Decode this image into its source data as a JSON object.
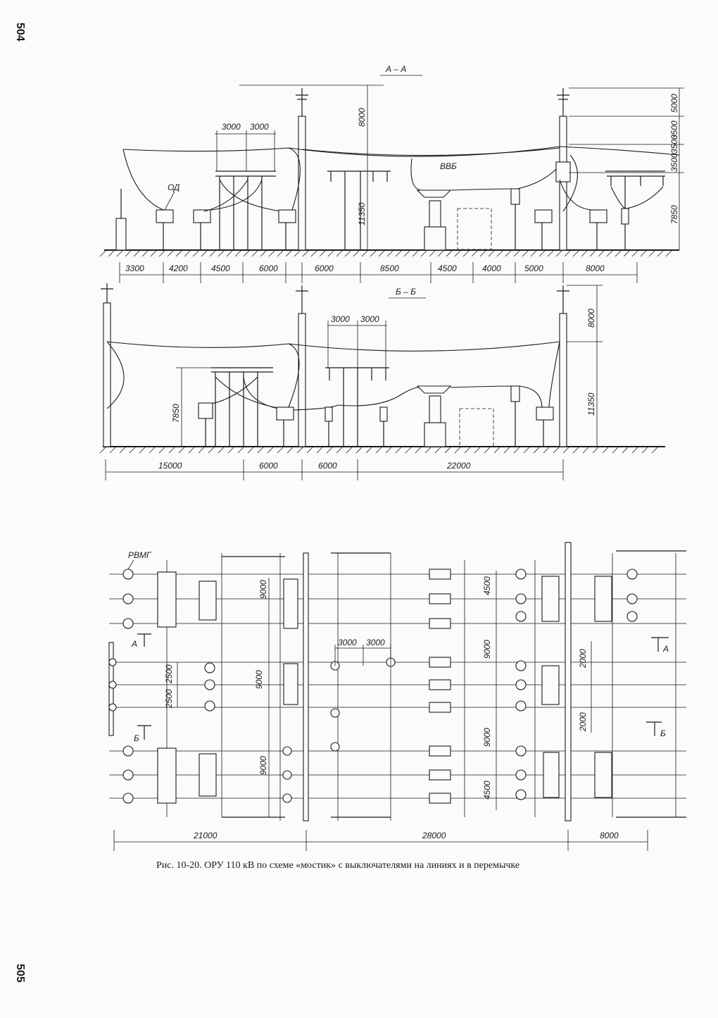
{
  "page": {
    "page_number_top": "504",
    "page_number_bottom": "505"
  },
  "section_aa": {
    "title": "А – А",
    "labels": {
      "od": "ОД",
      "vvb": "ВВБ"
    },
    "dims_top": [
      "3000",
      "3000"
    ],
    "dims_vertical": [
      "8000",
      "11350",
      "5000",
      "3500",
      "3500",
      "3500",
      "7850"
    ],
    "dims_bottom": [
      "3300",
      "4200",
      "4500",
      "6000",
      "6000",
      "8500",
      "4500",
      "4000",
      "5000",
      "8000"
    ]
  },
  "section_bb": {
    "title": "Б – Б",
    "dims_top": [
      "3000",
      "3000"
    ],
    "dims_vertical": [
      "8000",
      "11350",
      "7850"
    ],
    "dims_bottom": [
      "15000",
      "6000",
      "6000",
      "22000"
    ]
  },
  "plan": {
    "labels": {
      "rvmg": "РВМГ",
      "cut_a_left": "А",
      "cut_a_right": "А",
      "cut_b_left": "Б",
      "cut_b_right": "Б"
    },
    "dims_top": [
      "3000",
      "3000"
    ],
    "dims_vertical": [
      "9000",
      "9000",
      "9000",
      "2500",
      "2500",
      "4500",
      "9000",
      "9000",
      "4500",
      "2000",
      "2000"
    ],
    "dims_bottom": [
      "21000",
      "28000",
      "8000"
    ]
  },
  "caption": "Рис. 10-20. ОРУ 110 кВ по схеме «мостик» с выключателями на линиях и в перемычке"
}
